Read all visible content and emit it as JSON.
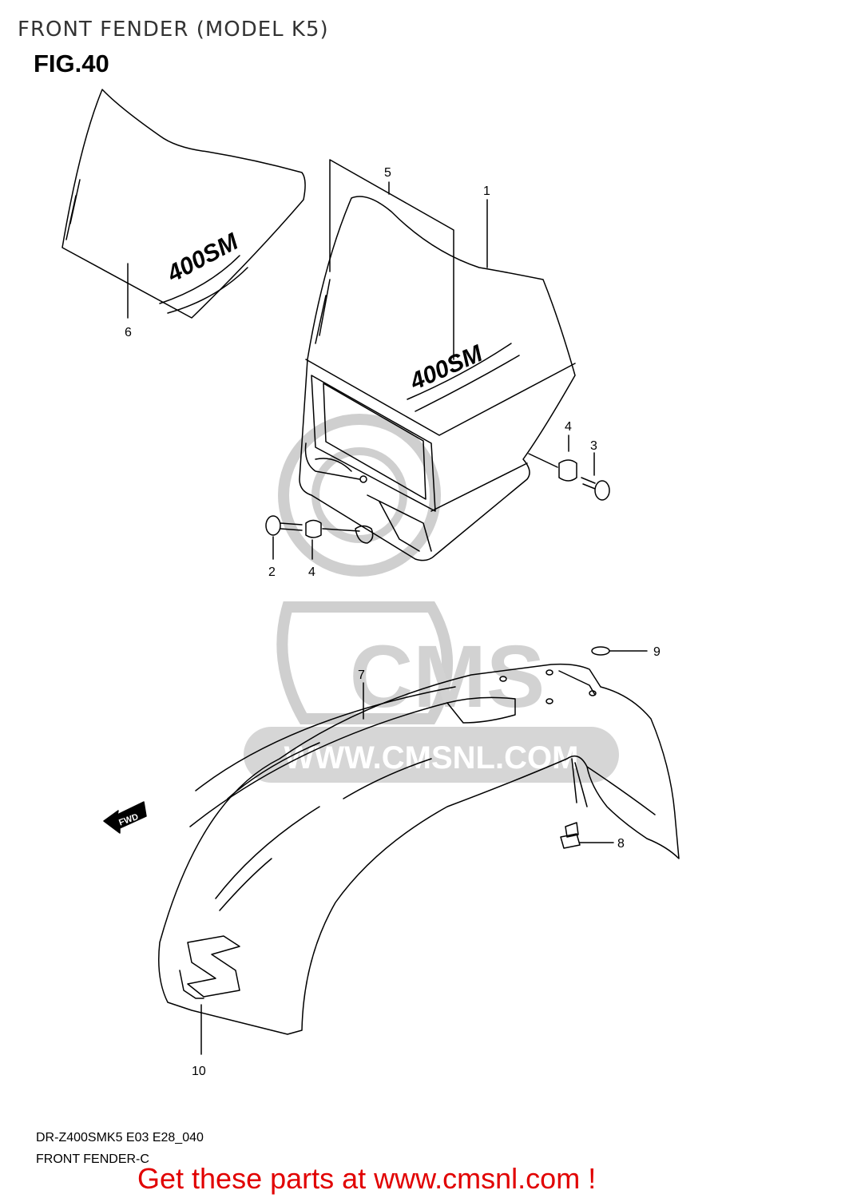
{
  "header": {
    "title": "FRONT FENDER (MODEL K5)",
    "figure": "FIG.40"
  },
  "diagram": {
    "callouts": [
      "1",
      "2",
      "3",
      "4",
      "4",
      "5",
      "6",
      "7",
      "8",
      "9",
      "10"
    ],
    "decal_text": "400SM",
    "fwd_label": "FWD",
    "watermark": {
      "logo": "CMS",
      "url": "WWW.CMSNL.COM"
    }
  },
  "footer": {
    "model_code": "DR-Z400SMK5 E03 E28_040",
    "part_name": "FRONT FENDER-C",
    "link_text": "Get these parts at www.cmsnl.com !"
  },
  "colors": {
    "link": "#e10000",
    "watermark": "#d9d9d9",
    "line": "#000000"
  }
}
